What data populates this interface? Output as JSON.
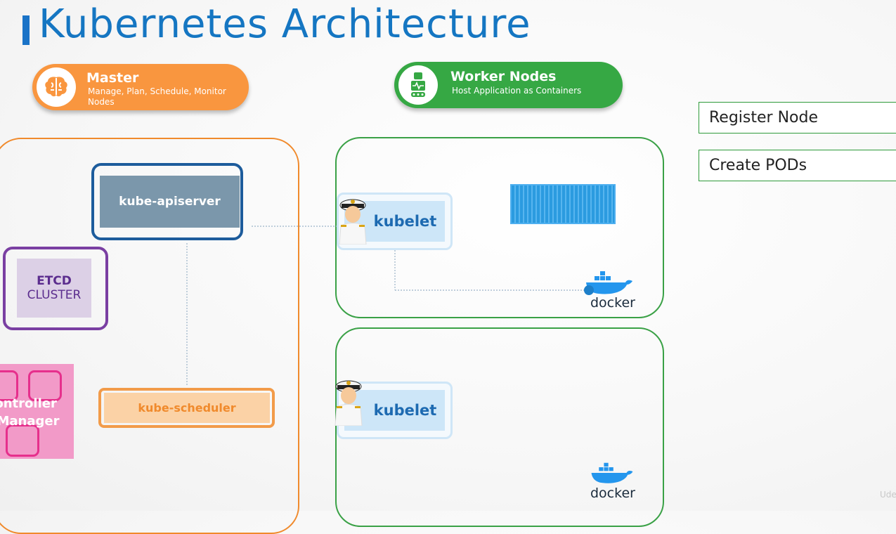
{
  "title": "Kubernetes Architecture",
  "master_pill": {
    "title": "Master",
    "subtitle": "Manage, Plan, Schedule, Monitor Nodes",
    "icon": "brain-icon"
  },
  "worker_pill": {
    "title": "Worker Nodes",
    "subtitle": "Host Application as Containers",
    "icon": "robot-icon"
  },
  "master_components": {
    "apiserver": "kube-apiserver",
    "etcd_line1": "ETCD",
    "etcd_line2": "CLUSTER",
    "scheduler": "kube-scheduler",
    "controller_line1": "Controller",
    "controller_line2": "Manager"
  },
  "worker_nodes": [
    {
      "kubelet": "kubelet",
      "runtime": "docker"
    },
    {
      "kubelet": "kubelet",
      "runtime": "docker"
    }
  ],
  "side_notes": [
    "Register Node",
    "Create PODs"
  ],
  "watermark": "Ude",
  "colors": {
    "title": "#1576c2",
    "master": "#f9963f",
    "worker": "#36a844",
    "apiserver": "#1d5c9c",
    "etcd": "#7a3fa2",
    "controller": "#e62f8c",
    "kubelet": "#1d6ab1"
  }
}
